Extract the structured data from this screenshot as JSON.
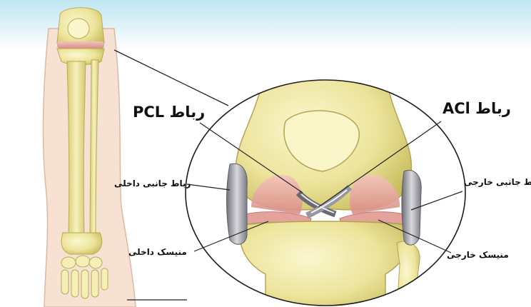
{
  "labels": {
    "pcl": "رباط PCL",
    "acl": "رباط ACl",
    "medial_collateral": "رباط جانبی داخلی",
    "lateral_collateral": "رباط جانبی خارجی",
    "medial_meniscus": "منیسک داخلی",
    "lateral_meniscus": "منیسک خارجی"
  },
  "colors": {
    "bone": "#efe9a3",
    "bone_shadow": "#c9bf62",
    "cartilage": "#e6a39c",
    "skin": "#f6e1d3",
    "ligament": "#8e8e96",
    "sky": "#bfe6f2"
  }
}
